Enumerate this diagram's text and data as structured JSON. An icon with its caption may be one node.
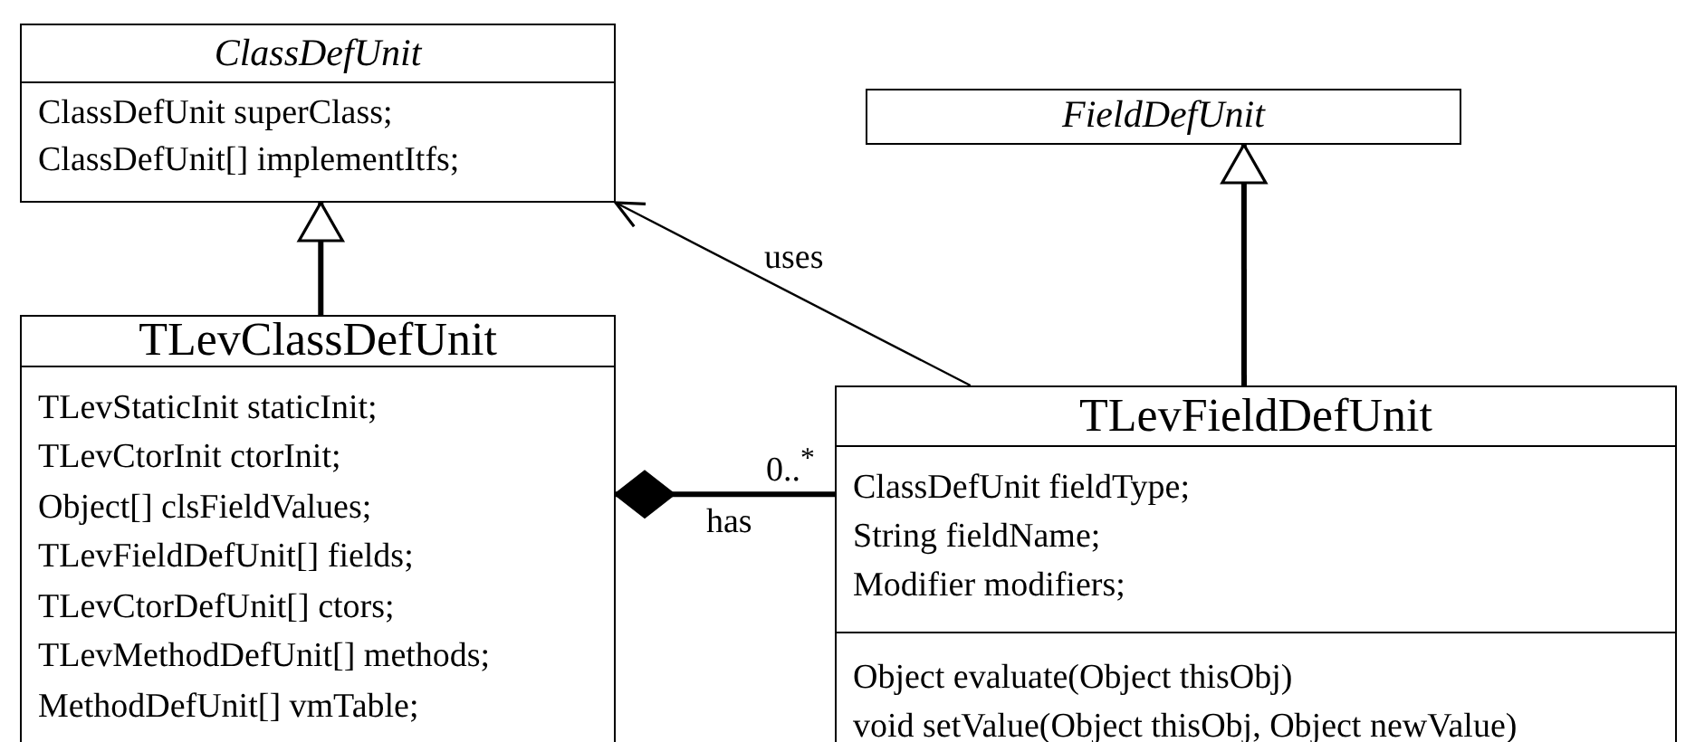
{
  "diagram": {
    "nodes": [
      {
        "text": [
          "ClassDefUnit",
          "ClassDefUnit superClass;",
          "ClassDefUnit[] implementItfs;"
        ]
      },
      {
        "text": [
          "FieldDefUnit"
        ]
      },
      {
        "text": [
          "TLevClassDefUnit",
          "TLevStaticInit staticInit;",
          "TLevCtorInit ctorInit;",
          "Object[] clsFieldValues;",
          "TLevFieldDefUnit[] fields;",
          "TLevCtorDefUnit[] ctors;",
          "TLevMethodDefUnit[] methods;",
          "MethodDefUnit[] vmTable;"
        ]
      },
      {
        "text": [
          "TLevFieldDefUnit",
          "ClassDefUnit fieldType;",
          "String fieldName;",
          "Modifier modifiers;",
          "Object evaluate(Object thisObj)",
          "void setValue(Object thisObj, Object newValue)"
        ]
      }
    ],
    "edges": [
      {
        "from": 2,
        "to": 0,
        "arrow": "to"
      },
      {
        "from": 3,
        "to": 1,
        "arrow": "to"
      },
      {
        "from": 3,
        "to": 0,
        "arrow": "to",
        "label": "uses"
      },
      {
        "from": 2,
        "to": 3,
        "arrow": "other",
        "label": "has"
      }
    ],
    "labels": [
      "0..$^{*}$"
    ]
  }
}
